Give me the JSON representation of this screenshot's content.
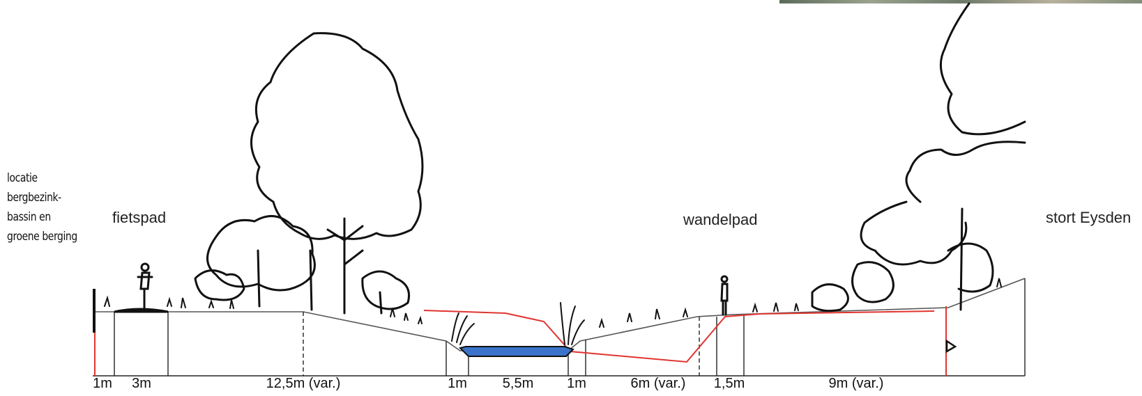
{
  "side_note": {
    "lines": [
      "locatie",
      "bergbezink-",
      "bassin en",
      "groene berging"
    ]
  },
  "zones": {
    "fietspad": "fietspad",
    "wandelpad": "wandelpad",
    "stort": "stort Eysden"
  },
  "dimensions": [
    "1m",
    "3m",
    "12,5m (var.)",
    "1m",
    "5,5m",
    "1m",
    "6m (var.)",
    "1,5m",
    "9m (var.)"
  ],
  "colors": {
    "water": "#3a73c9",
    "red_line": "#e0342f",
    "ink": "#111111",
    "ground": "#555555"
  }
}
